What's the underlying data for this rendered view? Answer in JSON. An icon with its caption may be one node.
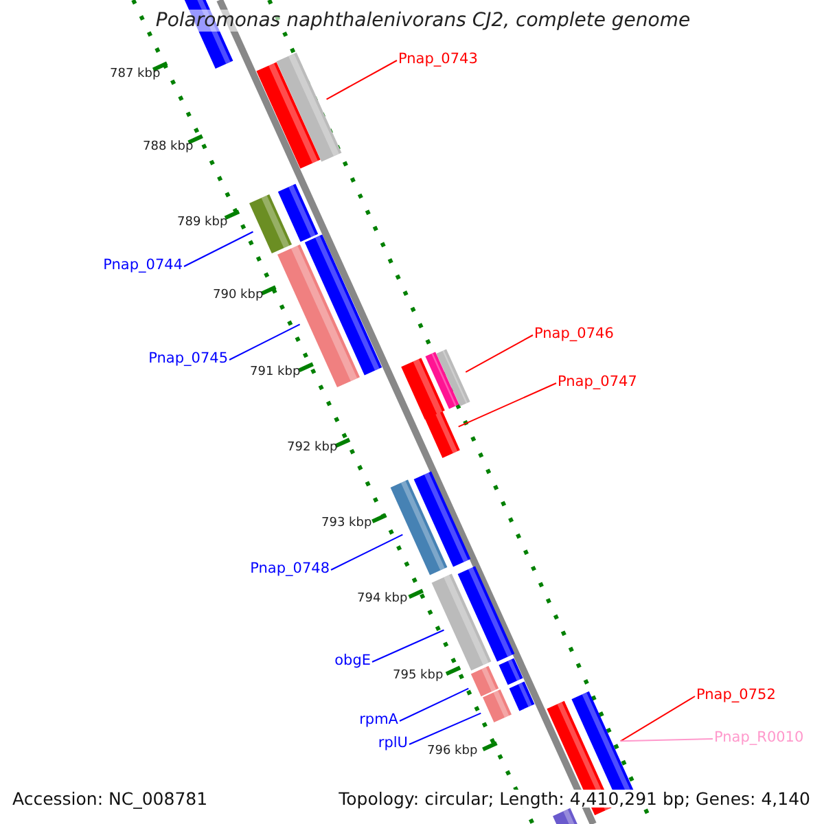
{
  "diagram": {
    "title": "Polaromonas naphthalenivorans CJ2, complete genome",
    "nodes": [
      {
        "text": [
          "Pnap_0743"
        ]
      },
      {
        "text": [
          "Pnap_0744"
        ]
      },
      {
        "text": [
          "Pnap_0745"
        ]
      },
      {
        "text": [
          "Pnap_0746"
        ]
      },
      {
        "text": [
          "Pnap_0747"
        ]
      },
      {
        "text": [
          "Pnap_0748"
        ]
      },
      {
        "text": [
          "obgE"
        ]
      },
      {
        "text": [
          "rpmA"
        ]
      },
      {
        "text": [
          "rplU"
        ]
      },
      {
        "text": [
          "Pnap_0752"
        ]
      },
      {
        "text": [
          "Pnap_R0010"
        ]
      }
    ],
    "edges": [
      {
        "from": 0,
        "to": null,
        "arrow": "none",
        "color": "#ff0000"
      },
      {
        "from": 1,
        "to": null,
        "arrow": "none"
      },
      {
        "from": 2,
        "to": null,
        "arrow": "none"
      },
      {
        "from": 3,
        "to": null,
        "arrow": "none",
        "color": "#ff0000"
      },
      {
        "from": 4,
        "to": null,
        "arrow": "none",
        "color": "#ff0000"
      },
      {
        "from": 5,
        "to": null,
        "arrow": "none"
      },
      {
        "from": 6,
        "to": null,
        "arrow": "none"
      },
      {
        "from": 7,
        "to": null,
        "arrow": "none"
      },
      {
        "from": 8,
        "to": null,
        "arrow": "none"
      },
      {
        "from": 9,
        "to": null,
        "arrow": "none",
        "color": "#ff0000"
      },
      {
        "from": 10,
        "to": null,
        "arrow": "none",
        "color": "#ff99cc"
      }
    ],
    "labels": [
      "787 kbp",
      "788 kbp",
      "789 kbp",
      "790 kbp",
      "791 kbp",
      "792 kbp",
      "793 kbp",
      "794 kbp",
      "795 kbp",
      "796 kbp",
      "Accession: NC_008781",
      "Topology: circular; Length: 4,410,291 bp; Genes: 4,140"
    ]
  }
}
